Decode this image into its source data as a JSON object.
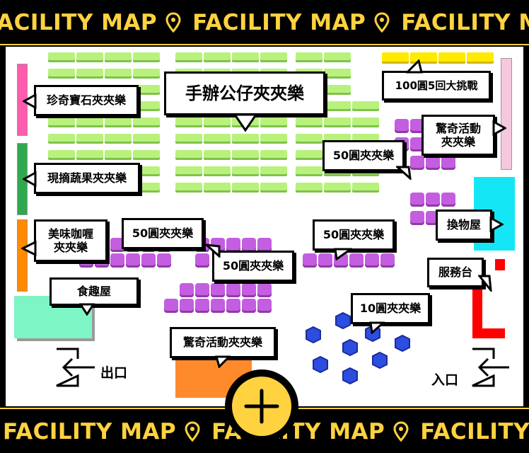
{
  "banner": {
    "text": "FACILITY MAP",
    "color": "#ffd23f",
    "icon": "location-pin-icon"
  },
  "labels": {
    "title": "手辦公仔夾夾樂",
    "gem": "珍奇寶石夾夾樂",
    "fruit": "現摘蔬果夾夾樂",
    "curry": "美味咖喱\n夾夾樂",
    "food": "食趣屋",
    "challenge": "100圓5回大挑戰",
    "surprise_right": "驚奇活動\n夾夾樂",
    "yen50_a": "50圓夾夾樂",
    "yen50_b": "50圓夾夾樂",
    "yen50_c": "50圓夾夾樂",
    "yen50_d": "50圓夾夾樂",
    "yen10": "10圓夾夾樂",
    "surprise_bottom": "驚奇活動夾夾樂",
    "exchange": "換物屋",
    "service": "服務台"
  },
  "doors": {
    "exit": "出口",
    "entrance": "入口"
  },
  "colors": {
    "green_machine": "#b8f27c",
    "purple_machine": "#c45ee0",
    "yellow_machine": "#ffea00",
    "blue_machine": "#2d4de0",
    "exchange_area": "#15e6f5",
    "service_desk": "#ff0000",
    "food_area": "#7ef5c4",
    "surprise_area": "#ff8a2b",
    "accent": "#ffd23f"
  },
  "center_button": {
    "icon": "plus-icon"
  }
}
